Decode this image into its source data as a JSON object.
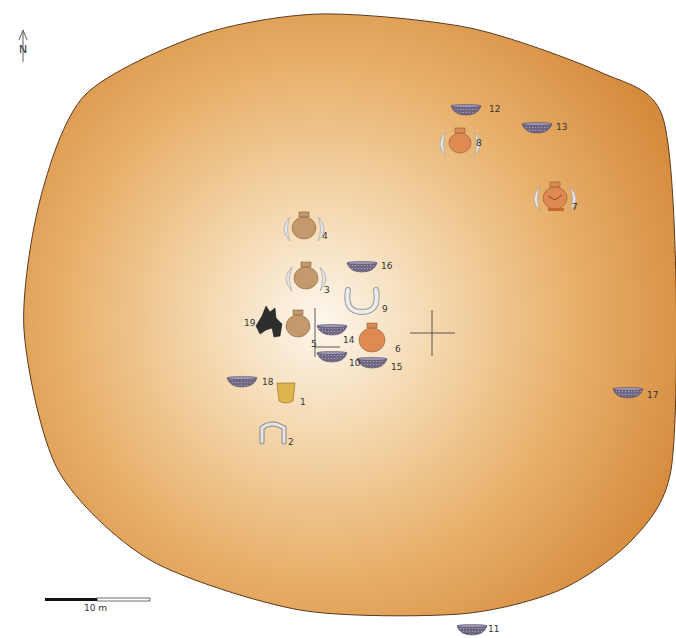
{
  "diagram": {
    "labels": [
      "N",
      "12",
      "13",
      "8",
      "7",
      "4",
      "16",
      "3",
      "9",
      "19",
      "5",
      "14",
      "6",
      "10",
      "15",
      "18",
      "1",
      "17",
      "2",
      "11",
      "10 m"
    ]
  }
}
